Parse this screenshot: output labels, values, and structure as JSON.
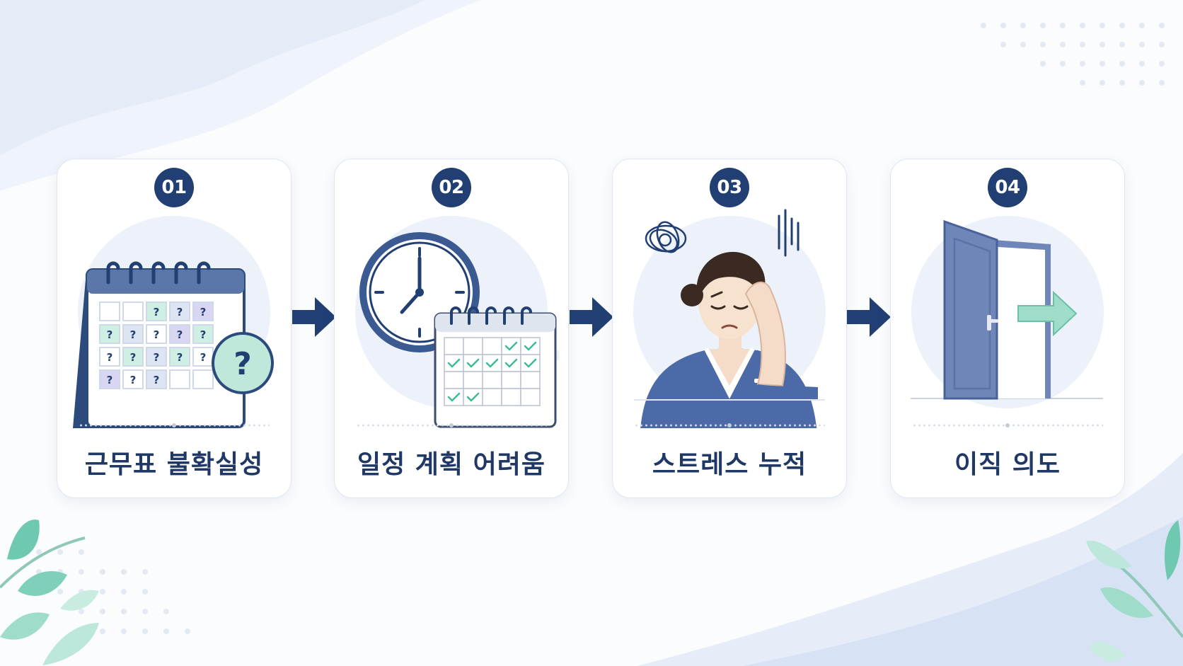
{
  "steps": [
    {
      "number": "01",
      "label": "근무표 불확실성",
      "icon": "calendar-question-icon"
    },
    {
      "number": "02",
      "label": "일정 계획 어려움",
      "icon": "clock-calendar-icon"
    },
    {
      "number": "03",
      "label": "스트레스 누적",
      "icon": "stressed-nurse-icon"
    },
    {
      "number": "04",
      "label": "이직 의도",
      "icon": "open-door-exit-icon"
    }
  ],
  "calendar_marks": {
    "question": "?"
  },
  "colors": {
    "navy": "#213f72",
    "card_border": "#dfe6f1",
    "halo": "#edf2fa",
    "mint": "#9fdcc9",
    "soft_blue": "#cddcf2"
  }
}
